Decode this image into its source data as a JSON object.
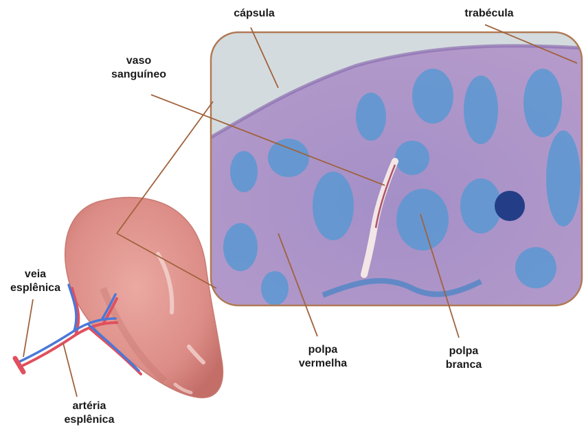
{
  "labels": {
    "capsula": "cápsula",
    "trabecula": "trabécula",
    "vaso": {
      "line1": "vaso",
      "line2": "sanguíneo"
    },
    "veia": {
      "line1": "veia",
      "line2": "esplênica"
    },
    "arteria": {
      "line1": "artéria",
      "line2": "esplênica"
    },
    "polpa_vermelha": {
      "line1": "polpa",
      "line2": "vermelha"
    },
    "polpa_branca": {
      "line1": "polpa",
      "line2": "branca"
    }
  },
  "colors": {
    "leader_line": "#a0623c",
    "frame_border": "#b07a55",
    "spleen_fill": "#e0958e",
    "spleen_shade": "#c9706a",
    "vein": "#4a78d8",
    "artery": "#e0505e",
    "tissue_pink": "#b89ac8",
    "tissue_blue": "#5f9ad4",
    "tissue_background": "#d6dde0"
  }
}
